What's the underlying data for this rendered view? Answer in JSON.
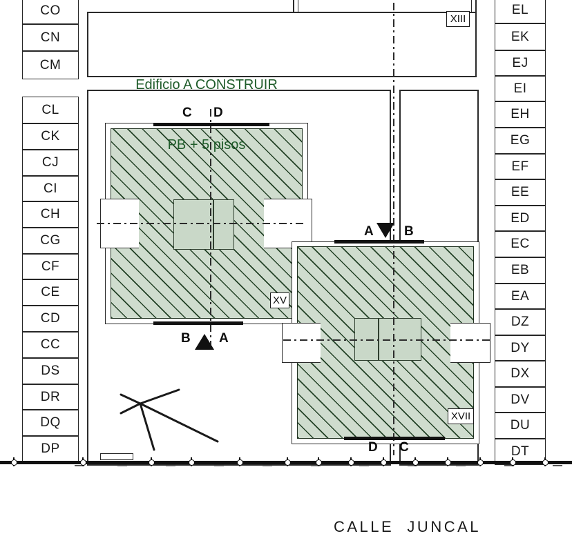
{
  "document": {
    "type": "architectural-site-plan",
    "street_label": "CALLE  JUNCAL",
    "building_note_line1": "Edificio A CONSTRUIR",
    "building_note_line2": "PB + 5 pisos",
    "note_color": "#1f5c2a",
    "hatch_fill_color": "#cfdcce",
    "hatch_line_color": "#143418",
    "line_color": "#2a2a2a"
  },
  "lots_left": [
    {
      "label": "CO"
    },
    {
      "label": "CN"
    },
    {
      "label": "CM"
    },
    {
      "label": "CL"
    },
    {
      "label": "CK"
    },
    {
      "label": "CJ"
    },
    {
      "label": "CI"
    },
    {
      "label": "CH"
    },
    {
      "label": "CG"
    },
    {
      "label": "CF"
    },
    {
      "label": "CE"
    },
    {
      "label": "CD"
    },
    {
      "label": "CC"
    },
    {
      "label": "DS"
    },
    {
      "label": "DR"
    },
    {
      "label": "DQ"
    },
    {
      "label": "DP"
    }
  ],
  "lots_right": [
    {
      "label": "EL"
    },
    {
      "label": "EK"
    },
    {
      "label": "EJ"
    },
    {
      "label": "EI"
    },
    {
      "label": "EH"
    },
    {
      "label": "EG"
    },
    {
      "label": "EF"
    },
    {
      "label": "EE"
    },
    {
      "label": "ED"
    },
    {
      "label": "EC"
    },
    {
      "label": "EB"
    },
    {
      "label": "EA"
    },
    {
      "label": "DZ"
    },
    {
      "label": "DY"
    },
    {
      "label": "DX"
    },
    {
      "label": "DV"
    },
    {
      "label": "DU"
    },
    {
      "label": "DT"
    }
  ],
  "roman_tags": [
    {
      "label": "XIII"
    },
    {
      "label": "XV"
    },
    {
      "label": "XVII"
    }
  ],
  "section_markers": [
    {
      "left_label": "C",
      "right_label": "D",
      "name": "section-cd-top"
    },
    {
      "left_label": "A",
      "right_label": "B",
      "name": "section-ab-right"
    },
    {
      "left_label": "B",
      "right_label": "A",
      "name": "section-ba-left"
    },
    {
      "left_label": "D",
      "right_label": "C",
      "name": "section-dc-bottom"
    }
  ]
}
